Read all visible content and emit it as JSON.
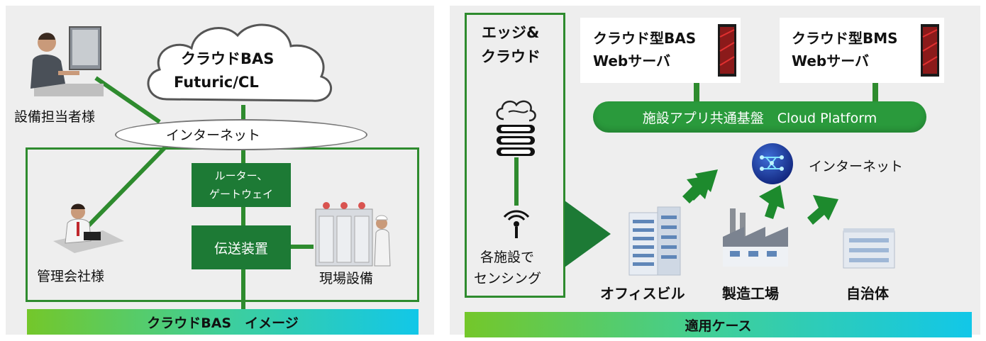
{
  "left": {
    "cloud_line1": "クラウドBAS",
    "cloud_line2": "Futuric/CL",
    "internet": "インターネット",
    "operator_label": "設備担当者様",
    "manager_label": "管理会社様",
    "router_line1": "ルーター、",
    "router_line2": "ゲートウェイ",
    "transmitter": "伝送装置",
    "equipment_label": "現場設備",
    "banner": "クラウドBAS　イメージ"
  },
  "right": {
    "edge_line1": "エッジ&",
    "edge_line2": "クラウド",
    "sensing_line1": "各施設で",
    "sensing_line2": "センシング",
    "server1_line1": "クラウド型BAS",
    "server1_line2": "Webサーバ",
    "server2_line1": "クラウド型BMS",
    "server2_line2": "Webサーバ",
    "platform": "施設アプリ共通基盤　Cloud Platform",
    "internet": "インターネット",
    "office": "オフィスビル",
    "factory": "製造工場",
    "municipality": "自治体",
    "banner": "適用ケース"
  },
  "colors": {
    "dark_green": "#1d7a35",
    "line_green": "#2e8b2e",
    "panel_bg": "#eeeeee"
  }
}
